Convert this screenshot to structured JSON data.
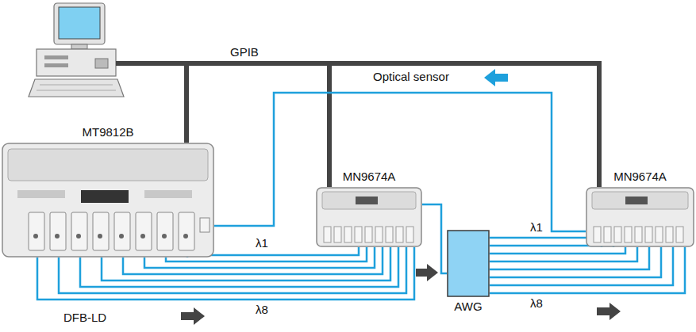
{
  "diagram": {
    "nodes": [
      {
        "text": [
          "MT9812B"
        ]
      },
      {
        "text": [
          "MN9674A"
        ]
      },
      {
        "text": [
          "AWG"
        ]
      },
      {
        "text": [
          "MN9674A"
        ]
      }
    ],
    "edges": [
      {
        "from": 0,
        "to": 1,
        "arrow": "none"
      },
      {
        "from": 1,
        "to": 2,
        "arrow": "none"
      },
      {
        "from": 2,
        "to": 3,
        "arrow": "none"
      },
      {
        "from": 3,
        "to": 0,
        "arrow": "none"
      }
    ],
    "labels": [
      "GPIB",
      "Optical sensor",
      "λ1",
      "λ8",
      "DFB-LD",
      "λ1",
      "λ8"
    ]
  }
}
